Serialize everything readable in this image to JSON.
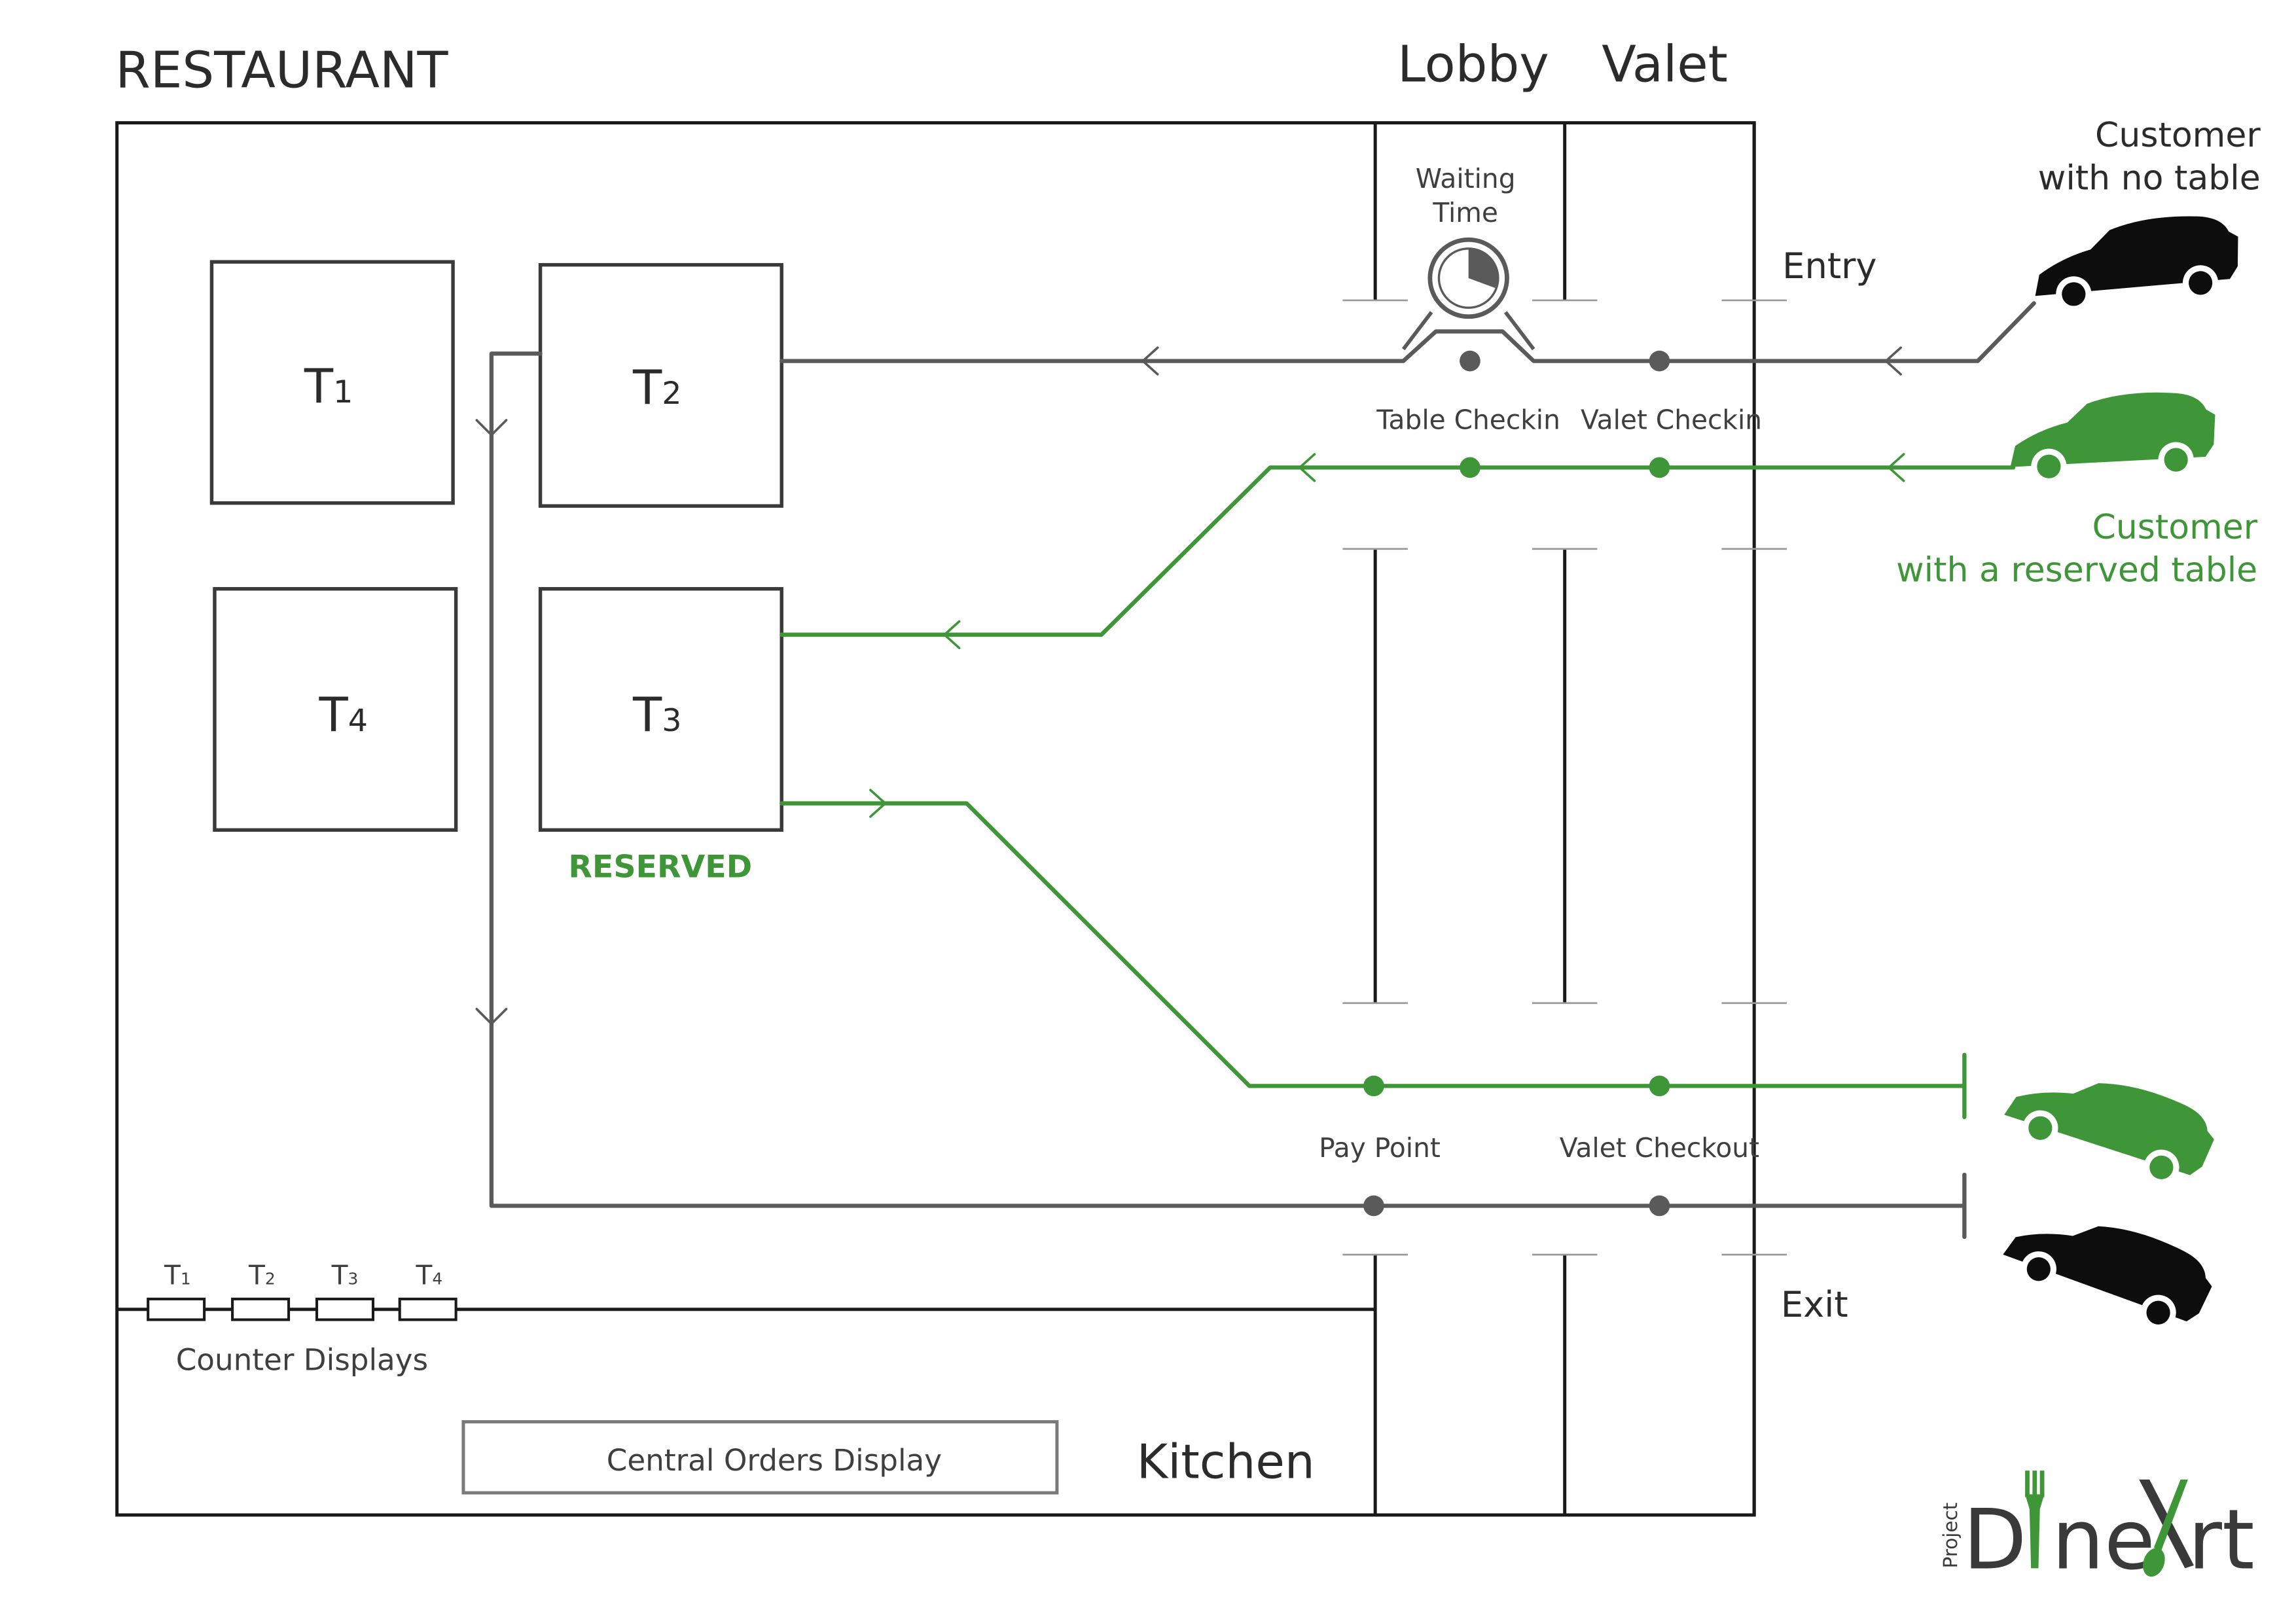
{
  "title": "RESTAURANT",
  "zones": {
    "lobby": "Lobby",
    "valet": "Valet",
    "entry": "Entry",
    "exit": "Exit",
    "kitchen": "Kitchen"
  },
  "waiting_time": {
    "line1": "Waiting",
    "line2": "Time"
  },
  "tables": {
    "t1": {
      "letter": "T",
      "number": "1"
    },
    "t2": {
      "letter": "T",
      "number": "2"
    },
    "t3": {
      "letter": "T",
      "number": "3"
    },
    "t4": {
      "letter": "T",
      "number": "4"
    }
  },
  "reserved_label": "RESERVED",
  "checkpoints": {
    "table_checkin": "Table Checkin",
    "valet_checkin": "Valet Checkin",
    "pay_point": "Pay Point",
    "valet_checkout": "Valet Checkout"
  },
  "customers": {
    "no_table": {
      "line1": "Customer",
      "line2": "with no table"
    },
    "reserved": {
      "line1": "Customer",
      "line2": "with a reserved table"
    }
  },
  "counter_displays": {
    "label": "Counter Displays",
    "items": [
      {
        "letter": "T",
        "number": "1"
      },
      {
        "letter": "T",
        "number": "2"
      },
      {
        "letter": "T",
        "number": "3"
      },
      {
        "letter": "T",
        "number": "4"
      }
    ]
  },
  "central_orders_display": "Central Orders Display",
  "logo": {
    "prefix": "Project",
    "name": "DineXrt"
  },
  "colors": {
    "reserved_green": "#3f9638",
    "path_gray": "#5a5a5a",
    "wall_black": "#1a1a1a",
    "car_black": "#0d0d0d"
  },
  "icons": [
    "clock-icon",
    "car-icon",
    "fork-icon",
    "spoon-icon",
    "knife-icon"
  ]
}
